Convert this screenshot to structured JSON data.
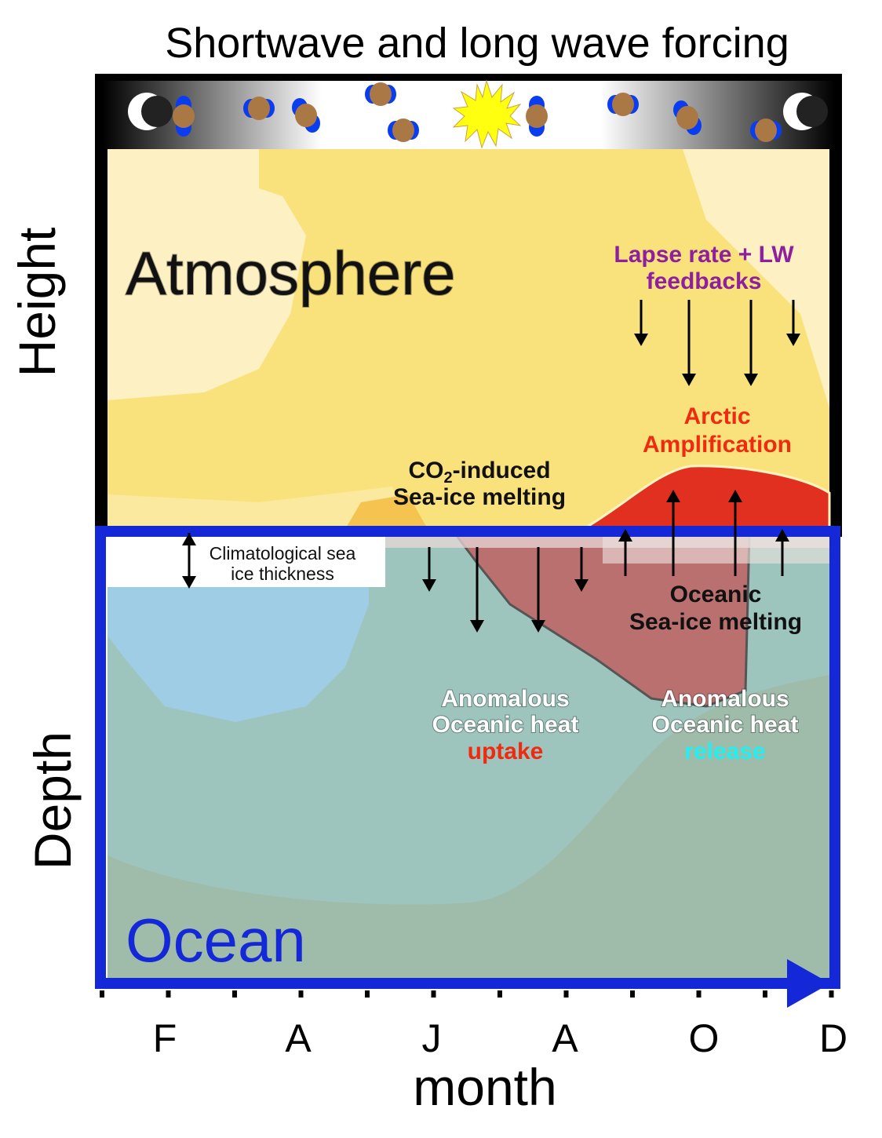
{
  "title": "Shortwave and long wave forcing",
  "axes": {
    "y_upper": "Height",
    "y_lower": "Depth",
    "x_label": "month",
    "x_ticks": [
      "F",
      "A",
      "J",
      "A",
      "O",
      "D"
    ]
  },
  "regions": {
    "atmosphere": "Atmosphere",
    "ocean": "Ocean"
  },
  "annotations": {
    "lapse_line1": "Lapse rate + LW",
    "lapse_line2": "feedbacks",
    "arctic_line1": "Arctic",
    "arctic_line2": "Amplification",
    "co2_prefix": "CO",
    "co2_sub": "2",
    "co2_suffix": "-induced",
    "co2_line2": "Sea-ice melting",
    "clim_line1": "Climatological sea",
    "clim_line2": "ice thickness",
    "oceanic_line1": "Oceanic",
    "oceanic_line2": "Sea-ice melting",
    "uptake_line1": "Anomalous",
    "uptake_line2": "Oceanic heat",
    "uptake_line3": "uptake",
    "release_line1": "Anomalous",
    "release_line2": "Oceanic heat",
    "release_line3": "release"
  },
  "colors": {
    "ocean_frame": "#1428d8",
    "atmos_light": "#fdf1c4",
    "atmos_mid": "#f9e27c",
    "ocean_teal": "#9ec5bd",
    "ocean_blue": "#a0cde6",
    "anomaly_red": "#e23020",
    "lapse_purple": "#8e1f9e",
    "release_cyan": "#22f0f0"
  }
}
